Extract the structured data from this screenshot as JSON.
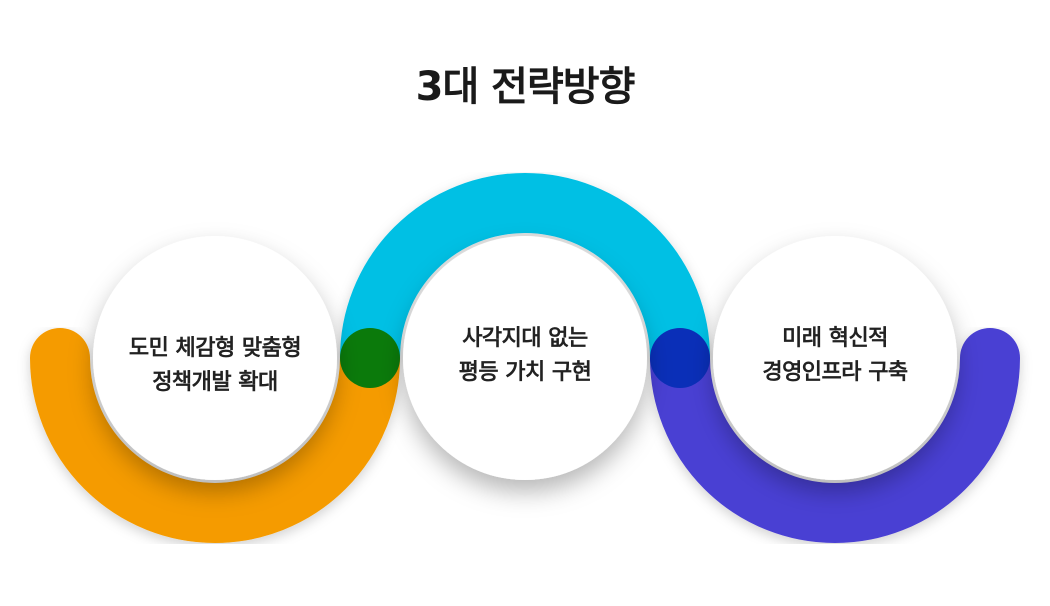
{
  "title": "3대 전략방향",
  "colors": {
    "left_arc": "#f59b00",
    "middle_arc": "#00c0e4",
    "right_arc": "#4a3fd3",
    "left_joint": "#0b7a0b",
    "right_joint": "#0a2fb8",
    "circle": "#ffffff"
  },
  "strategies": [
    {
      "line1": "도민 체감형 맞춤형",
      "line2": "정책개발 확대"
    },
    {
      "line1": "사각지대 없는",
      "line2": "평등 가치 구현"
    },
    {
      "line1": "미래 혁신적",
      "line2": "경영인프라 구축"
    }
  ]
}
